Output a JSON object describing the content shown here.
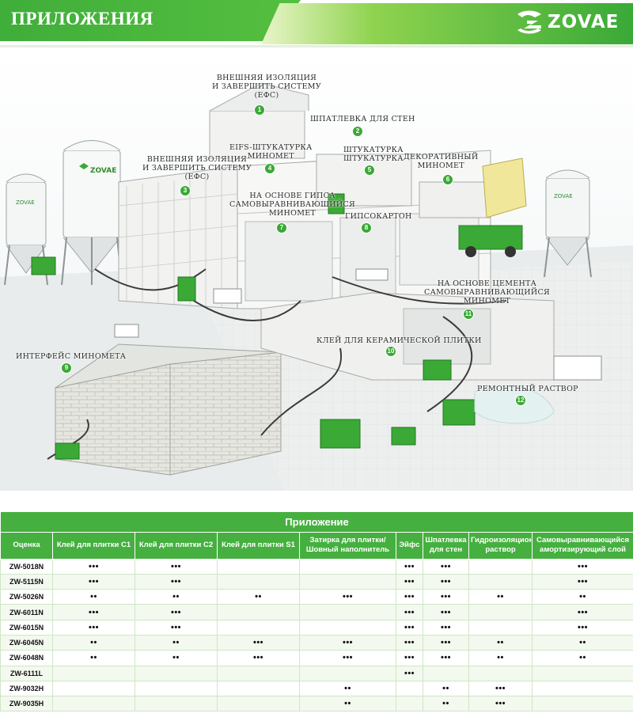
{
  "header": {
    "title": "ПРИЛОЖЕНИЯ",
    "brand": "ZOVAE",
    "colors": {
      "green": "#3fae3a",
      "light_green": "#8fd34f"
    }
  },
  "scene": {
    "silo_brand": "ZOVAE",
    "callouts": [
      {
        "num": "1",
        "label": "ВНЕШНЯЯ ИЗОЛЯЦИЯ\nИ ЗАВЕРШИТЬ СИСТЕМУ\n(ЕФС)"
      },
      {
        "num": "2",
        "label": "ШПАТЛЕВКА ДЛЯ СТЕН"
      },
      {
        "num": "3",
        "label": "ВНЕШНЯЯ ИЗОЛЯЦИЯ\nИ ЗАВЕРШИТЬ СИСТЕМУ\n(ЕФС)"
      },
      {
        "num": "4",
        "label": "EIFS-ШТУКАТУРКА\nМИНОМЕТ"
      },
      {
        "num": "5",
        "label": "ШТУКАТУРКА\nШТУКАТУРКА"
      },
      {
        "num": "6",
        "label": "ДЕКОРАТИВНЫЙ\nМИНОМЕТ"
      },
      {
        "num": "7",
        "label": "НА ОСНОВЕ ГИПСА\nСАМОВЫРАВНИВАЮЩИЙСЯ\nМИНОМЕТ"
      },
      {
        "num": "8",
        "label": "ГИПСОКАРТОН"
      },
      {
        "num": "9",
        "label": "ИНТЕРФЕЙС МИНОМЕТА"
      },
      {
        "num": "10",
        "label": "КЛЕЙ ДЛЯ КЕРАМИЧЕСКОЙ ПЛИТКИ"
      },
      {
        "num": "11",
        "label": "НА ОСНОВЕ ЦЕМЕНТА\nСАМОВЫРАВНИВАЮЩИЙСЯ\nМИНОМЕТ"
      },
      {
        "num": "12",
        "label": "РЕМОНТНЫЙ РАСТВОР"
      }
    ]
  },
  "table": {
    "title": "Приложение",
    "columns": [
      "Оценка",
      "Клей для плитки C1",
      "Клей для плитки C2",
      "Клей для плитки S1",
      "Затирка для плитки/Шовный наполнитель",
      "Эйфс",
      "Шпатлевка для стен",
      "Гидроизоляционный раствор",
      "Самовыравнивающийся амортизирующий слой"
    ],
    "rows": [
      [
        "ZW-5018N",
        "•••",
        "•••",
        "",
        "",
        "•••",
        "•••",
        "",
        "•••"
      ],
      [
        "ZW-5115N",
        "•••",
        "•••",
        "",
        "",
        "•••",
        "•••",
        "",
        "•••"
      ],
      [
        "ZW-5026N",
        "••",
        "••",
        "••",
        "•••",
        "•••",
        "•••",
        "••",
        "••"
      ],
      [
        "ZW-6011N",
        "•••",
        "•••",
        "",
        "",
        "•••",
        "•••",
        "",
        "•••"
      ],
      [
        "ZW-6015N",
        "•••",
        "•••",
        "",
        "",
        "•••",
        "•••",
        "",
        "•••"
      ],
      [
        "ZW-6045N",
        "••",
        "••",
        "•••",
        "•••",
        "•••",
        "•••",
        "••",
        "••"
      ],
      [
        "ZW-6048N",
        "••",
        "••",
        "•••",
        "•••",
        "•••",
        "•••",
        "••",
        "••"
      ],
      [
        "ZW-6111L",
        "",
        "",
        "",
        "",
        "•••",
        "",
        "",
        ""
      ],
      [
        "ZW-9032H",
        "",
        "",
        "",
        "••",
        "",
        "••",
        "•••",
        ""
      ],
      [
        "ZW-9035H",
        "",
        "",
        "",
        "••",
        "",
        "••",
        "•••",
        ""
      ]
    ]
  }
}
